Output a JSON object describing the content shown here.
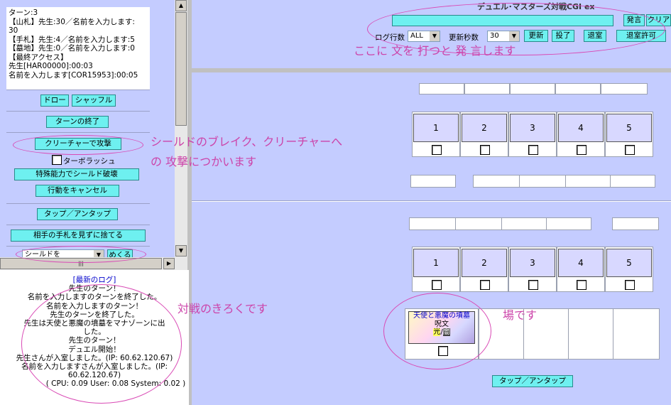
{
  "status": {
    "lines": [
      "ターン:3",
      "【山札】先生:30／名前を入力します:",
      "30",
      "【手札】先生:4／名前を入力します:5",
      "【墓地】先生:0／名前を入力します:0",
      "【最終アクセス】",
      "先生[HAR00000]:00:03",
      "名前を入力します[COR15953]:00:05"
    ]
  },
  "buttons": {
    "draw": "ドロー",
    "shuffle": "シャッフル",
    "end_turn": "ターンの終了",
    "creature_attack": "クリーチャーで攻撃",
    "turbo_rush": "ターボラッシュ",
    "special_break": "特殊能力でシールド破壊",
    "cancel_action": "行動をキャンセル",
    "tap_untap": "タップ／アンタップ",
    "discard_blind": "相手の手札を見ずに捨てる",
    "shield_select": "シールドを",
    "flip": "めくる",
    "field_tap_untap": "タップ／アンタップ"
  },
  "annotations": {
    "attack_note_1": "シールドのブレイク、クリーチャーへ",
    "attack_note_2": "の 攻撃につかいます",
    "say_note": "ここに 文を 打つと 発 言します",
    "log_note": "対戦のきろくです",
    "field_note": "場です"
  },
  "log": {
    "title": "[最新のログ]",
    "lines": [
      "先生のターン！",
      "名前を入力しますのターンを終了した。",
      "名前を入力しますのターン！",
      "先生のターンを終了した。",
      "先生は天使と悪魔の墳墓をマナゾーンに出",
      "した。",
      "先生のターン！",
      "デュエル開始！",
      "先生さんが入室しました。(IP: 60.62.120.67)",
      "名前を入力しますさんが入室しました。(IP:",
      "60.62.120.67)"
    ],
    "cpu": "( CPU: 0.09 User: 0.08 System: 0.02 )"
  },
  "header": {
    "title": "デュエル･マスターズ対戦CGI ex",
    "say_button": "発言",
    "clear_button": "クリア",
    "log_rows_label": "ログ行数",
    "log_rows_value": "ALL",
    "refresh_sec_label": "更新秒数",
    "refresh_sec_value": "30",
    "update_button": "更新",
    "surrender_button": "投了",
    "leave_button": "退室",
    "leave_permit_button": "退室許可",
    "say_input_value": ""
  },
  "opponent_shields": [
    "1",
    "2",
    "3",
    "4",
    "5"
  ],
  "player_shields": [
    "1",
    "2",
    "3",
    "4",
    "5"
  ],
  "field_card": {
    "name": "天使と悪魔の墳墓",
    "type": "呪文",
    "civ_light": "光",
    "civ_sep": "/",
    "civ_dark": "闇"
  },
  "colors": {
    "background": "#c4ccff",
    "button": "#6ef0f0",
    "annotation": "#cc44aa",
    "shield_card": "#d8d8ff"
  }
}
